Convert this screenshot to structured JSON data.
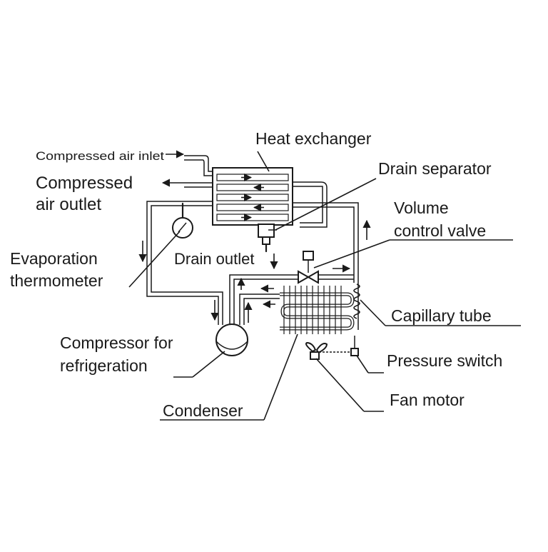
{
  "labels": {
    "heat_exchanger": "Heat exchanger",
    "compressed_air_inlet": "Compressed air inlet",
    "compressed_air_outlet_line1": "Compressed",
    "compressed_air_outlet_line2": "air outlet",
    "drain_separator": "Drain separator",
    "volume_control_valve_line1": "Volume",
    "volume_control_valve_line2": "control valve",
    "evaporation_thermometer_line1": "Evaporation",
    "evaporation_thermometer_line2": "thermometer",
    "drain_outlet": "Drain outlet",
    "capillary_tube": "Capillary tube",
    "compressor_line1": "Compressor for",
    "compressor_line2": "refrigeration",
    "pressure_switch": "Pressure switch",
    "fan_motor": "Fan motor",
    "condenser": "Condenser"
  }
}
